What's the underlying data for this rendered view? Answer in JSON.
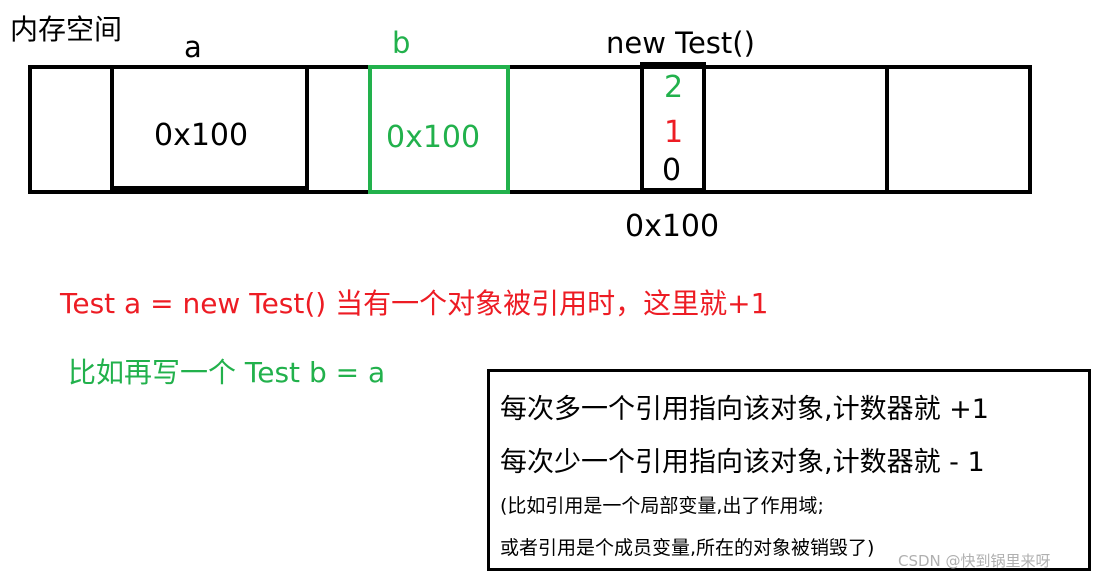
{
  "title": "内存空间",
  "labels": {
    "a": "a",
    "b": "b",
    "new_test": "new Test()"
  },
  "cells": {
    "a_value": "0x100",
    "b_value": "0x100",
    "counter_values": [
      "2",
      "1",
      "0"
    ],
    "object_address": "0x100"
  },
  "notes": {
    "line1": "Test a = new Test()  当有一个对象被引用时，这里就+1",
    "line2": "比如再写一个   Test b = a"
  },
  "explanation": {
    "line1": "每次多一个引用指向该对象,计数器就 +1",
    "line2": "每次少一个引用指向该对象,计数器就 - 1",
    "line3": "(比如引用是一个局部变量,出了作用域;",
    "line4": "或者引用是个成员变量,所在的对象被销毁了)"
  },
  "watermark": "CSDN @快到锅里来呀",
  "colors": {
    "black": "#000000",
    "green": "#22b14c",
    "red": "#ed1c24"
  }
}
